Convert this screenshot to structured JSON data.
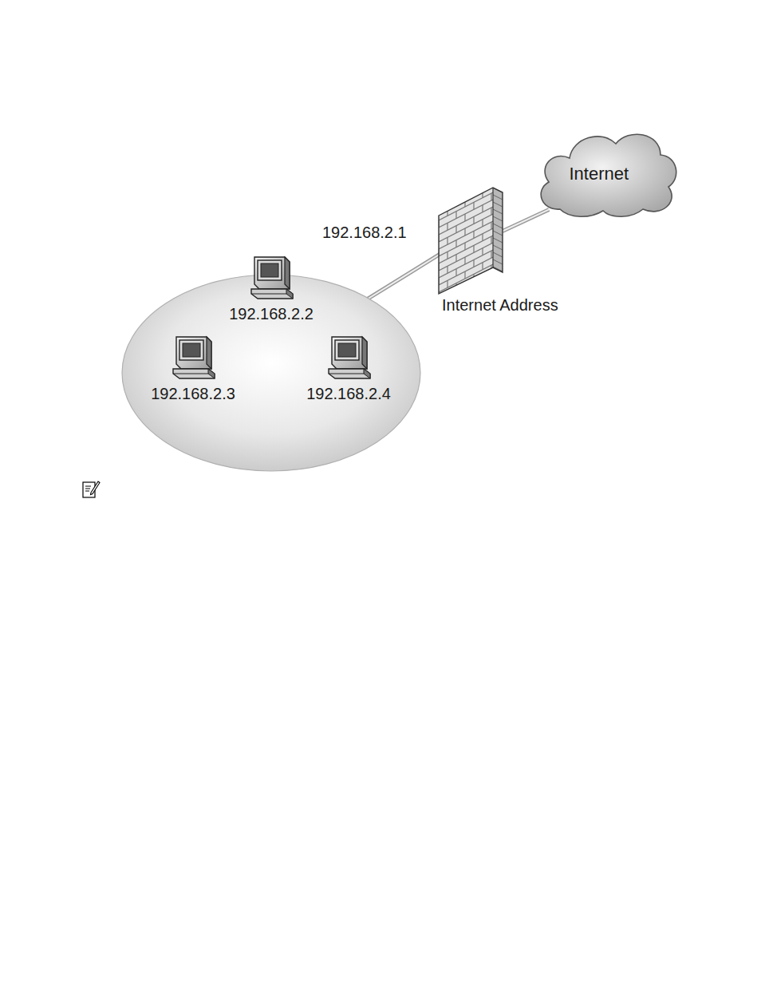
{
  "diagram": {
    "nodes": [
      {
        "text": [
          "Internet"
        ]
      },
      {
        "text": [
          "192.168.2.1",
          "Internet Address"
        ]
      },
      {
        "text": []
      },
      {
        "text": [
          "192.168.2.2"
        ],
        "in": 2
      },
      {
        "text": [
          "192.168.2.3"
        ],
        "in": 2
      },
      {
        "text": [
          "192.168.2.4"
        ],
        "in": 2
      }
    ],
    "edges": [
      {
        "from": 2,
        "to": 1,
        "arrow": "none"
      },
      {
        "from": 1,
        "to": 0,
        "arrow": "none"
      }
    ]
  }
}
